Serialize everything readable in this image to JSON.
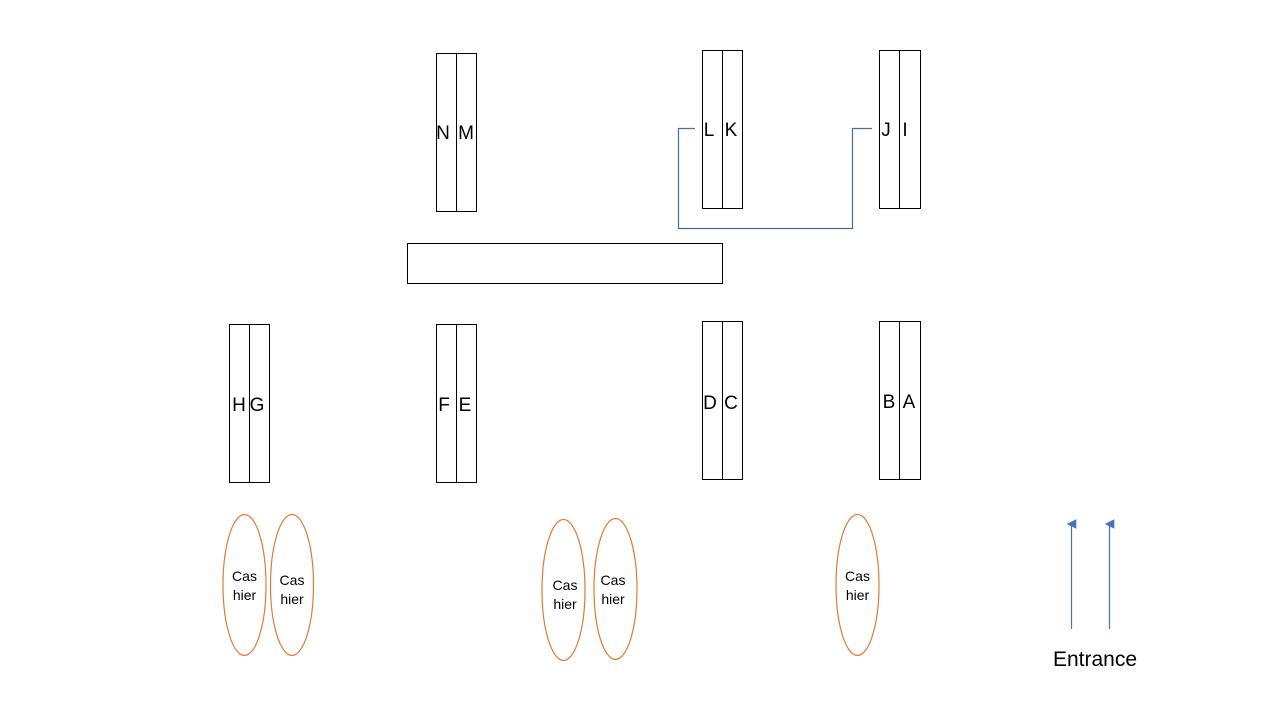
{
  "aisles": {
    "n": "N",
    "m": "M",
    "l": "L",
    "k": "K",
    "j": "J",
    "i": "I",
    "h": "H",
    "g": "G",
    "f": "F",
    "e": "E",
    "d": "D",
    "c": "C",
    "b": "B",
    "a": "A"
  },
  "cashiers": [
    {
      "line1": "Cas",
      "line2": "hier"
    },
    {
      "line1": "Cas",
      "line2": "hier"
    },
    {
      "line1": "Cas",
      "line2": "hier"
    },
    {
      "line1": "Cas",
      "line2": "hier"
    },
    {
      "line1": "Cas",
      "line2": "hier"
    }
  ],
  "entrance": {
    "label": "Entrance"
  },
  "colors": {
    "cashier_outline": "#e07b39",
    "route_line": "#41719c",
    "entrance_arrow": "#4472c4"
  }
}
